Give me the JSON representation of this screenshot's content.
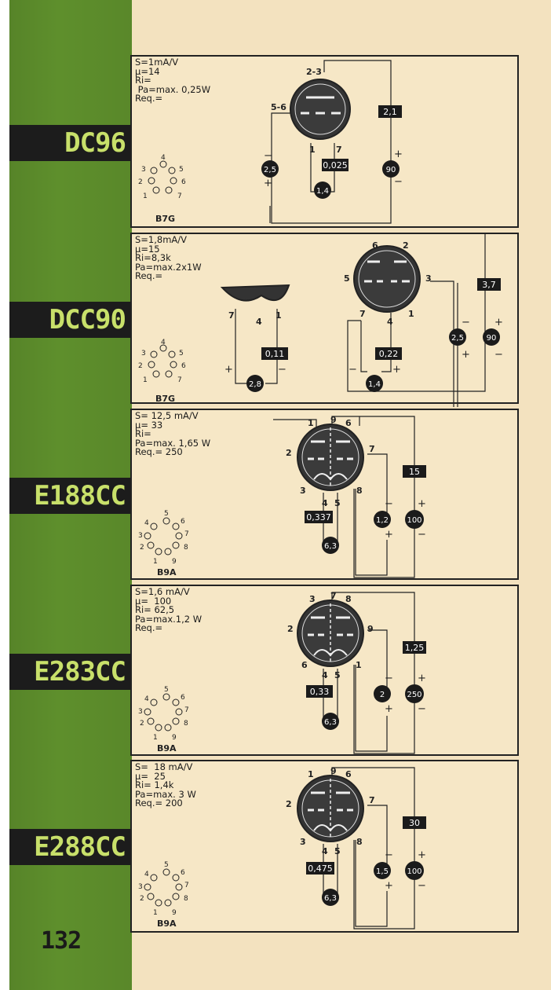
{
  "page_number": "132",
  "tubes": [
    {
      "name": "DC96",
      "specs": [
        "S=1mA/V",
        "μ=14",
        "Ri=",
        " Pa=max. 0,25W",
        "Req.="
      ],
      "socket": "B7G",
      "socket_pins": [
        "4",
        "5",
        "6",
        "7",
        "1",
        "2",
        "3"
      ],
      "pin_labels": [
        "2-3",
        "5-6",
        "1",
        "7"
      ],
      "values": {
        "anode_v": "90",
        "grid_bias": "2,5",
        "heater_v": "1,4",
        "heater_i": "0,025",
        "anode_i": "2,1"
      }
    },
    {
      "name": "DCC90",
      "specs": [
        "S=1,8mA/V",
        "μ=15",
        "Ri=8,3k",
        "Pa=max.2x1W",
        "Req.="
      ],
      "socket": "B7G",
      "socket_pins": [
        "4",
        "5",
        "6",
        "7",
        "1",
        "2",
        "3"
      ],
      "pin_labels": [
        "6",
        "2",
        "5",
        "3",
        "7",
        "4",
        "1",
        "7",
        "4",
        "1"
      ],
      "values": {
        "anode_v": "90",
        "grid_bias": "2,5",
        "heater_v": "1,4",
        "heater_i": "0,22",
        "heater_v2": "2,8",
        "heater_i2": "0,11",
        "anode_i": "3,7"
      }
    },
    {
      "name": "E188CC",
      "specs": [
        "S= 12,5 mA/V",
        "μ= 33",
        "Ri=",
        "Pa=max. 1,65 W",
        "Req.= 250"
      ],
      "socket": "B9A",
      "socket_pins": [
        "5",
        "6",
        "7",
        "8",
        "9",
        "1",
        "2",
        "3",
        "4"
      ],
      "pin_labels": [
        "1",
        "9",
        "6",
        "2",
        "7",
        "3",
        "4",
        "5",
        "8"
      ],
      "values": {
        "anode_v": "100",
        "grid_bias": "1,2",
        "heater_v": "6,3",
        "heater_i": "0,337",
        "anode_i": "15"
      }
    },
    {
      "name": "E283CC",
      "specs": [
        "S=1,6 mA/V",
        "μ=  100",
        "Ri= 62,5",
        "Pa=max.1,2 W",
        "Req.="
      ],
      "socket": "B9A",
      "socket_pins": [
        "5",
        "6",
        "7",
        "8",
        "9",
        "1",
        "2",
        "3",
        "4"
      ],
      "pin_labels": [
        "3",
        "7",
        "8",
        "2",
        "9",
        "6",
        "4",
        "5",
        "1"
      ],
      "values": {
        "anode_v": "250",
        "grid_bias": "2",
        "heater_v": "6,3",
        "heater_i": "0,33",
        "anode_i": "1,25"
      }
    },
    {
      "name": "E288CC",
      "specs": [
        "S=  18 mA/V",
        "μ=  25",
        "Ri= 1,4k",
        "Pa=max. 3 W",
        "Req.= 200"
      ],
      "socket": "B9A",
      "socket_pins": [
        "5",
        "6",
        "7",
        "8",
        "9",
        "1",
        "2",
        "3",
        "4"
      ],
      "pin_labels": [
        "1",
        "9",
        "6",
        "2",
        "7",
        "3",
        "4",
        "5",
        "8"
      ],
      "values": {
        "anode_v": "100",
        "grid_bias": "1,5",
        "heater_v": "6,3",
        "heater_i": "0,475",
        "anode_i": "30"
      }
    }
  ],
  "symbols": {
    "plus": "+",
    "minus": "−"
  }
}
